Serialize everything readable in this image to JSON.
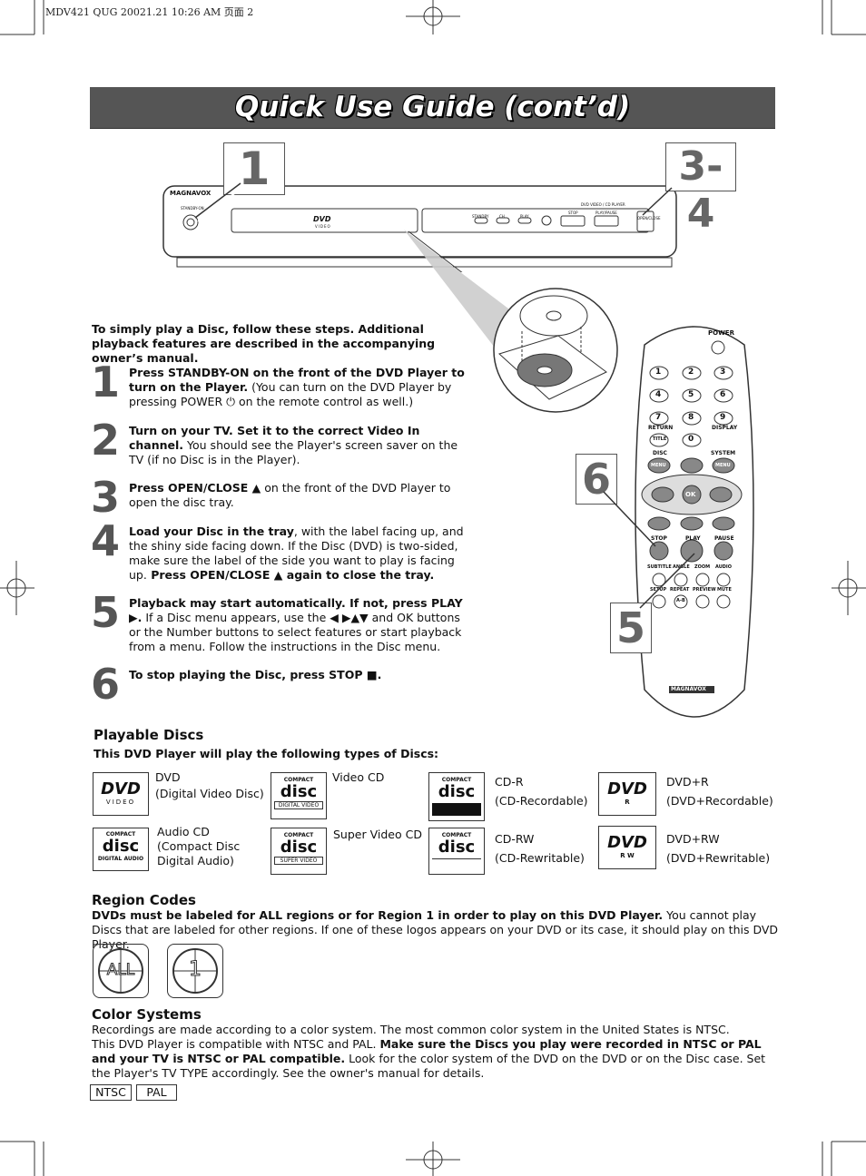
{
  "header": "MDV421 QUG 20021.21 10:26 AM 页面 2",
  "title": "Quick Use Guide (cont’d)",
  "callouts": {
    "c1": "1",
    "c34": "3-4",
    "c6": "6",
    "c5": "5"
  },
  "player": {
    "brand": "MAGNAVOX",
    "standby": "STANDBY-ON",
    "dvd_logo": "DVD",
    "dvd_sub": "VIDEO",
    "model_line": "DVD VIDEO / CD PLAYER",
    "buttons": [
      "STANDBY",
      "CH",
      "PLAY",
      "STOP",
      "PLAY/PAUSE",
      "OPEN/CLOSE"
    ]
  },
  "intro": "To simply play a Disc, follow these steps. Additional playback features are described in the accompanying owner’s manual.",
  "steps": [
    {
      "num": "1",
      "bold": "Press STANDBY-ON on the front of the DVD Player to turn on the Player.",
      "rest": " (You can turn on the DVD Player by pressing POWER ⏻ on the remote control as well.)"
    },
    {
      "num": "2",
      "bold": "Turn on your TV. Set it to the correct Video In channel.",
      "rest": " You should see the Player's screen saver on the TV (if no Disc is in the Player)."
    },
    {
      "num": "3",
      "bold": "Press OPEN/CLOSE ▲",
      "rest": " on the front of the DVD Player to open the disc tray."
    },
    {
      "num": "4",
      "bold": "Load your Disc in the tray",
      "rest": ", with the label facing up, and the shiny side facing down. If the Disc (DVD) is two-sided, make sure the label of the side you want to play is facing up.",
      "bold2": " Press OPEN/CLOSE ▲ again to close the tray."
    },
    {
      "num": "5",
      "bold": "Playback may start automatically. If not, press PLAY ▶.",
      "rest": " If a Disc menu appears, use the ◀ ▶▲▼ and OK buttons or the Number buttons to select features or start playback from a menu. Follow the instructions in the Disc menu."
    },
    {
      "num": "6",
      "bold": "To stop playing the Disc, press STOP ■.",
      "rest": ""
    }
  ],
  "remote": {
    "power": "POWER",
    "numbers": [
      "1",
      "2",
      "3",
      "4",
      "5",
      "6",
      "7",
      "8",
      "9",
      "0"
    ],
    "labels": [
      "RETURN",
      "TITLE",
      "DISPLAY",
      "DISC",
      "MENU",
      "SYSTEM",
      "MENU",
      "OK",
      "STOP",
      "PLAY",
      "PAUSE",
      "SUBTITLE",
      "ANGLE",
      "ZOOM",
      "AUDIO",
      "SETUP",
      "REPEAT",
      "A-B",
      "PREVIEW",
      "MUTE"
    ],
    "brand": "MAGNAVOX"
  },
  "playable": {
    "title": "Playable Discs",
    "subtitle": "This DVD Player will play the following types of Discs:",
    "discs": [
      {
        "logo": "DVD",
        "logo_sub": "VIDEO",
        "line1": "DVD",
        "line2": "(Digital Video Disc)",
        "line3": ""
      },
      {
        "logo": "disc",
        "logo_sub": "DIGITAL VIDEO",
        "line1": "Video CD",
        "line2": "",
        "line3": ""
      },
      {
        "logo": "disc",
        "logo_sub": "",
        "line1": "CD-R",
        "line2": "(CD-Recordable)",
        "line3": ""
      },
      {
        "logo": "DVD",
        "logo_sub": "R",
        "line1": "DVD+R",
        "line2": "(DVD+Recordable)",
        "line3": ""
      },
      {
        "logo": "disc",
        "logo_sub": "DIGITAL AUDIO",
        "line1": "Audio CD",
        "line2": "(Compact Disc",
        "line3": "Digital Audio)"
      },
      {
        "logo": "disc",
        "logo_sub": "SUPER VIDEO",
        "line1": "Super Video CD",
        "line2": "",
        "line3": ""
      },
      {
        "logo": "disc",
        "logo_sub": "",
        "line1": "CD-RW",
        "line2": "(CD-Rewritable)",
        "line3": ""
      },
      {
        "logo": "DVD",
        "logo_sub": "R W",
        "line1": "DVD+RW",
        "line2": "(DVD+Rewritable)",
        "line3": ""
      }
    ],
    "compact_label": "COMPACT"
  },
  "region": {
    "title": "Region Codes",
    "bold": "DVDs must be labeled for ALL regions or for Region 1 in order to play on this DVD Player.",
    "rest": " You cannot play Discs that are labeled for other regions. If one of these logos appears on your DVD or its case, it should play on this DVD Player.",
    "logo1": "ALL",
    "logo2": "1"
  },
  "color": {
    "title": "Color Systems",
    "line1": "Recordings are made according to a color system. The most common color system in the United States is NTSC.",
    "line2a": "This DVD Player is compatible with NTSC and PAL. ",
    "line2b": "Make sure the Discs you play were recorded in NTSC or PAL and your TV is NTSC or PAL compatible.",
    "line2c": " Look for the color system of the DVD on the DVD or on the Disc case. Set the Player's TV TYPE accordingly. See the owner's manual for details.",
    "box1": "NTSC",
    "box2": "PAL"
  }
}
